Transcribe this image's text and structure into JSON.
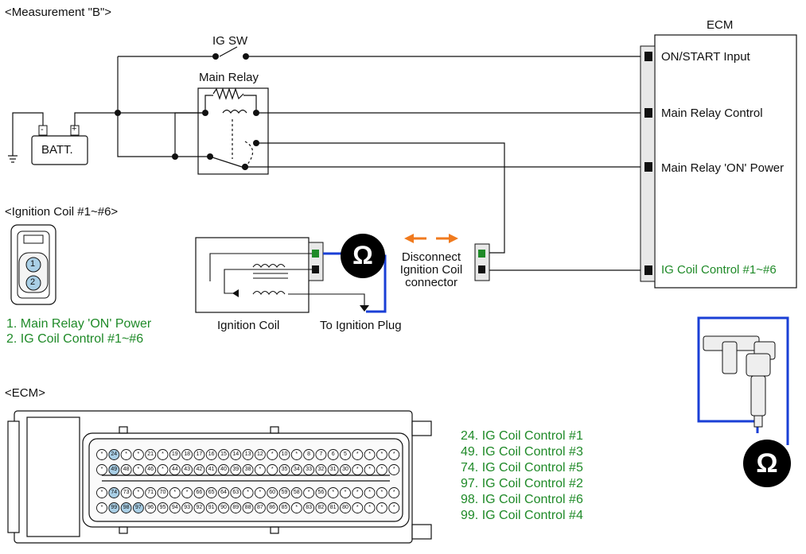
{
  "title": "<Measurement \"B\">",
  "ecm_title": "ECM",
  "ig_sw": "IG SW",
  "main_relay": "Main Relay",
  "batt": "BATT.",
  "batt_minus": "-",
  "batt_plus": "+",
  "ecm_pins": [
    "ON/START Input",
    "Main Relay Control",
    "Main Relay 'ON' Power",
    "IG Coil  Control #1~#6"
  ],
  "coil_section": "<Ignition Coil #1~#6>",
  "coil_pin_numbers": [
    "1",
    "2"
  ],
  "coil_pins": [
    "1. Main Relay 'ON' Power",
    "2. IG Coil  Control #1~#6"
  ],
  "ignition_coil": "Ignition Coil",
  "to_plug": "To Ignition Plug",
  "disconnect": [
    "Disconnect",
    "Ignition Coil",
    "connector"
  ],
  "ohm_symbol": "Ω",
  "ecm_section": "<ECM>",
  "ecm_list": [
    "24. IG Coil  Control #1",
    "49. IG Coil  Control #3",
    "74. IG Coil  Control #5",
    "97. IG Coil  Control #2",
    "98. IG Coil  Control #6",
    "99. IG Coil  Control #4"
  ],
  "connector_rows": [
    [
      "*",
      "24",
      "*",
      "*",
      "21",
      "*",
      "19",
      "18",
      "17",
      "16",
      "15",
      "14",
      "13",
      "12",
      "*",
      "10",
      "*",
      "8",
      "7",
      "6",
      "5",
      "*",
      "*",
      "*",
      "*"
    ],
    [
      "*",
      "49",
      "48",
      "*",
      "46",
      "*",
      "44",
      "43",
      "42",
      "41",
      "40",
      "39",
      "38",
      "*",
      "*",
      "35",
      "34",
      "33",
      "32",
      "31",
      "30",
      "*",
      "*",
      "*",
      "*"
    ],
    [
      "*",
      "74",
      "73",
      "*",
      "71",
      "70",
      "*",
      "*",
      "66",
      "65",
      "64",
      "63",
      "*",
      "*",
      "60",
      "59",
      "58",
      "*",
      "56",
      "*",
      "*",
      "*",
      "*",
      "*",
      "*"
    ],
    [
      "*",
      "99",
      "98",
      "97",
      "96",
      "95",
      "94",
      "93",
      "92",
      "91",
      "90",
      "89",
      "88",
      "87",
      "86",
      "85",
      "*",
      "83",
      "82",
      "81",
      "80",
      "*",
      "*",
      "*",
      "*"
    ]
  ],
  "highlighted_pins": [
    "24",
    "49",
    "74",
    "97",
    "98",
    "99"
  ],
  "colors": {
    "probe_wire": "#1a3fd6",
    "label_green": "#1f8a28",
    "arrow_orange": "#f07a1e",
    "pin_highlight": "#a9cfe6"
  }
}
